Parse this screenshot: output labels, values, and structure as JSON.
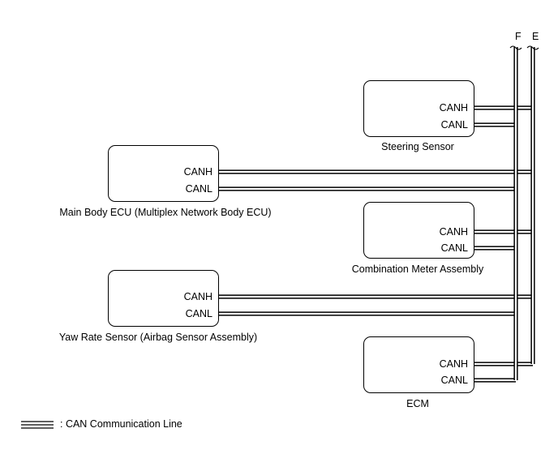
{
  "buses": [
    {
      "id": "F",
      "label": "F"
    },
    {
      "id": "E",
      "label": "E"
    }
  ],
  "devices": [
    {
      "id": "steering-sensor",
      "label": "Steering Sensor",
      "pins": [
        "CANH",
        "CANL"
      ]
    },
    {
      "id": "main-body-ecu",
      "label": "Main Body ECU (Multiplex Network Body ECU)",
      "pins": [
        "CANH",
        "CANL"
      ]
    },
    {
      "id": "combination-meter",
      "label": "Combination Meter Assembly",
      "pins": [
        "CANH",
        "CANL"
      ]
    },
    {
      "id": "yaw-rate-sensor",
      "label": "Yaw Rate Sensor (Airbag Sensor Assembly)",
      "pins": [
        "CANH",
        "CANL"
      ]
    },
    {
      "id": "ecm",
      "label": "ECM",
      "pins": [
        "CANH",
        "CANL"
      ]
    }
  ],
  "legend": {
    "label": ": CAN Communication Line"
  }
}
